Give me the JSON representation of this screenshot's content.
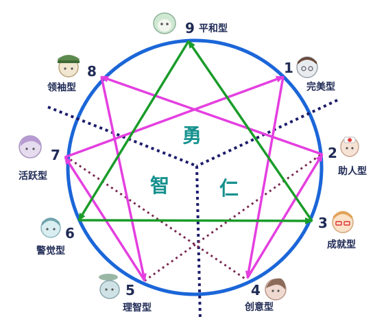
{
  "types": [
    {
      "number": "1",
      "name": "完美型"
    },
    {
      "number": "2",
      "name": "助人型"
    },
    {
      "number": "3",
      "name": "成就型"
    },
    {
      "number": "4",
      "name": "创意型"
    },
    {
      "number": "5",
      "name": "理智型"
    },
    {
      "number": "6",
      "name": "警觉型"
    },
    {
      "number": "7",
      "name": "活跃型"
    },
    {
      "number": "8",
      "name": "领袖型"
    },
    {
      "number": "9",
      "name": "平和型"
    }
  ],
  "center_words": {
    "courage": "勇",
    "wisdom": "智",
    "benevolence": "仁"
  },
  "colors": {
    "circle": "#1b66d8",
    "triangle": "#1a9c2a",
    "hexad": "#e43fe0",
    "dividers": "#1c1c6b",
    "dotted_cross": "#7a2a52",
    "text": "#1f2a55",
    "center_text": "#16918e"
  }
}
